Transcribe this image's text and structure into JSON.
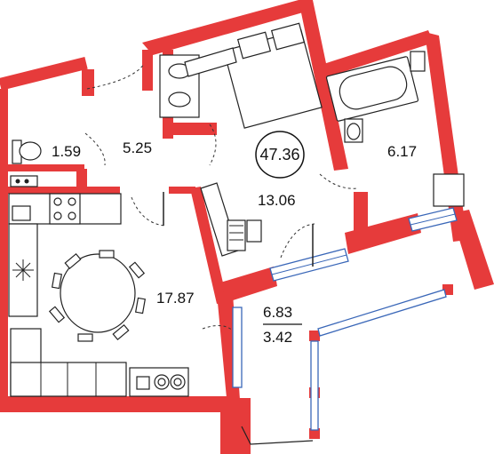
{
  "colors": {
    "wall": "#e63b3b",
    "glass": "#3a67b8",
    "line": "#222222"
  },
  "plan": {
    "total_area": "47.36",
    "rooms": [
      {
        "id": "wc",
        "area": "1.59"
      },
      {
        "id": "hall",
        "area": "5.25"
      },
      {
        "id": "bedroom",
        "area": "13.06"
      },
      {
        "id": "bath",
        "area": "6.17"
      },
      {
        "id": "kitchen",
        "area": "17.87"
      },
      {
        "id": "loggia-full",
        "area": "6.83"
      },
      {
        "id": "loggia-reduced",
        "area": "3.42"
      }
    ],
    "icons": [
      "toilet-icon",
      "sink-icon",
      "bathtub-icon",
      "washing-machine-icon",
      "bed-icon",
      "desk-icon",
      "stove-icon",
      "dining-table-icon",
      "sofa-icon",
      "water-meter-icon"
    ]
  }
}
